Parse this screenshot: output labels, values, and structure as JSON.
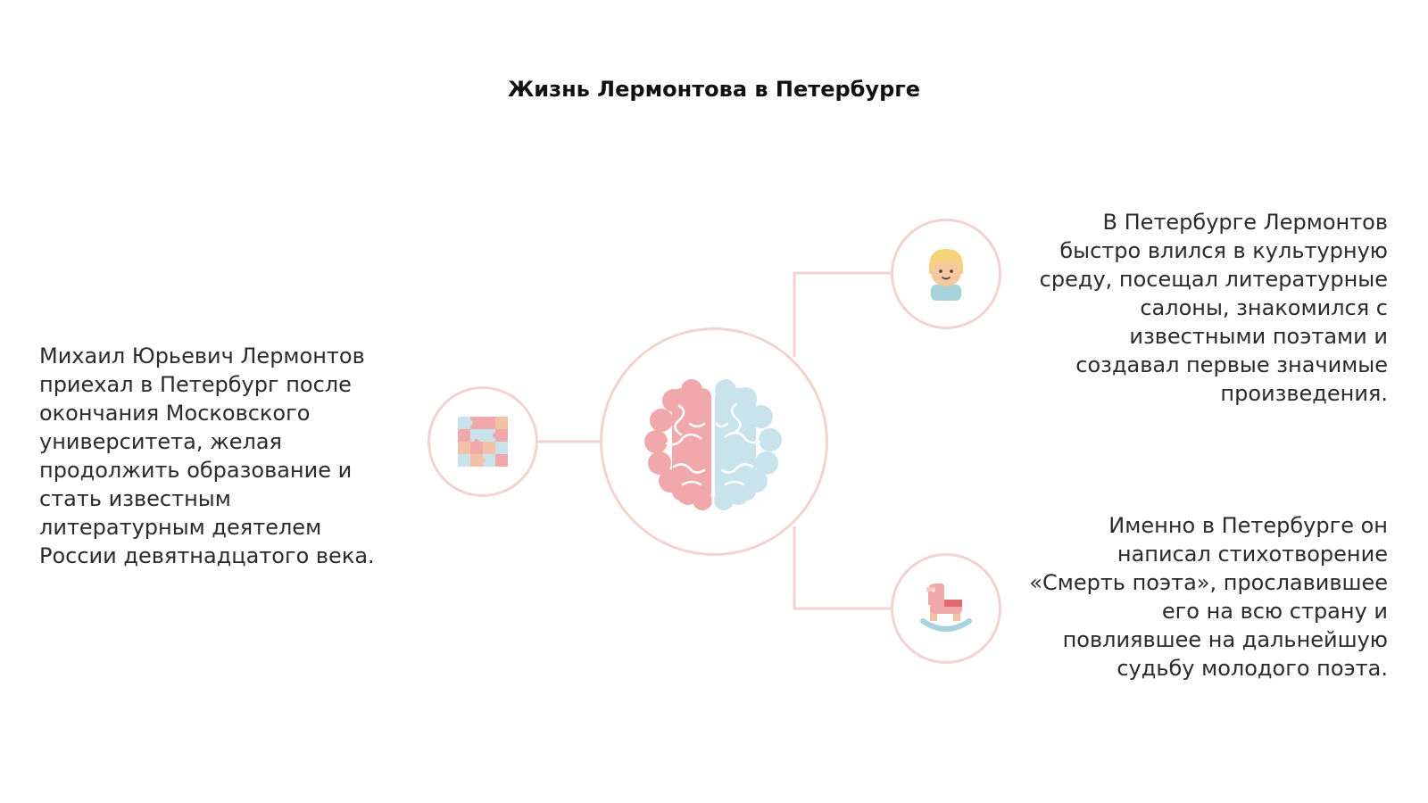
{
  "title": "Жизнь Лермонтова в Петербурге",
  "colors": {
    "accent_line": "#f3d2d2",
    "brain_left": "#f0a8ab",
    "brain_right": "#c9e3ec",
    "text": "#2b2b2b"
  },
  "center": {
    "icon": "brain-icon"
  },
  "nodes": [
    {
      "id": "left",
      "icon": "puzzle-icon",
      "text": "Михаил Юрьевич Лермонтов приехал в Петербург после окончания Московского университета, желая продолжить образование и стать известным литературным деятелем России девятнадцатого века."
    },
    {
      "id": "top-right",
      "icon": "child-face-icon",
      "text": "В Петербурге Лермонтов быстро влился в культурную среду, посещал литературные салоны, знакомился с известными поэтами и создавал первые значимые произведения."
    },
    {
      "id": "bottom-right",
      "icon": "rocking-horse-icon",
      "text": "Именно в Петербурге он написал стихотворение «Смерть поэта», прославившее его на всю страну и повлиявшее на дальнейшую судьбу молодого поэта."
    }
  ]
}
